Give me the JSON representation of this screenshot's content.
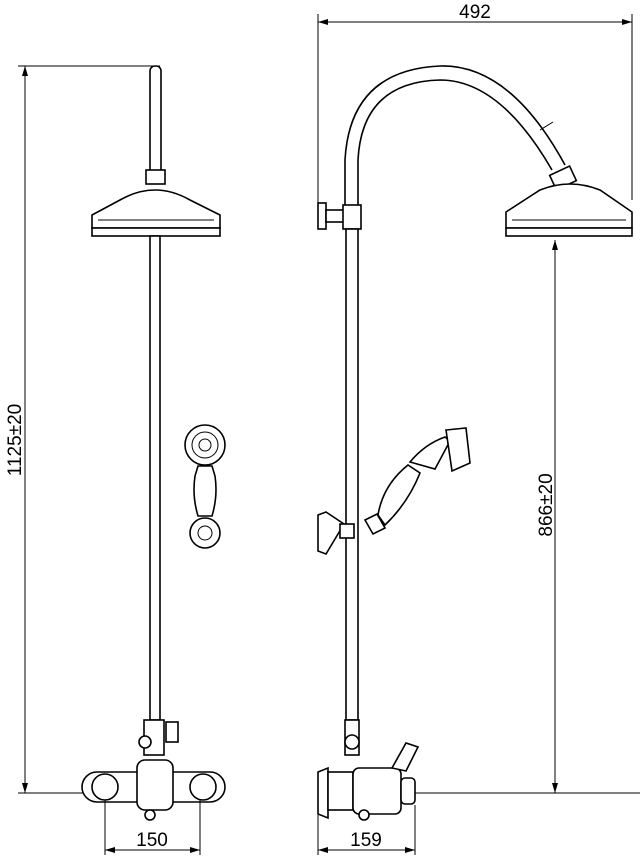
{
  "dimensions": {
    "overall_width": "492",
    "total_height": "1125±20",
    "head_height": "866±20",
    "front_mixer_width": "150",
    "side_projection": "159"
  },
  "colors": {
    "line": "#000000",
    "background": "#ffffff"
  }
}
